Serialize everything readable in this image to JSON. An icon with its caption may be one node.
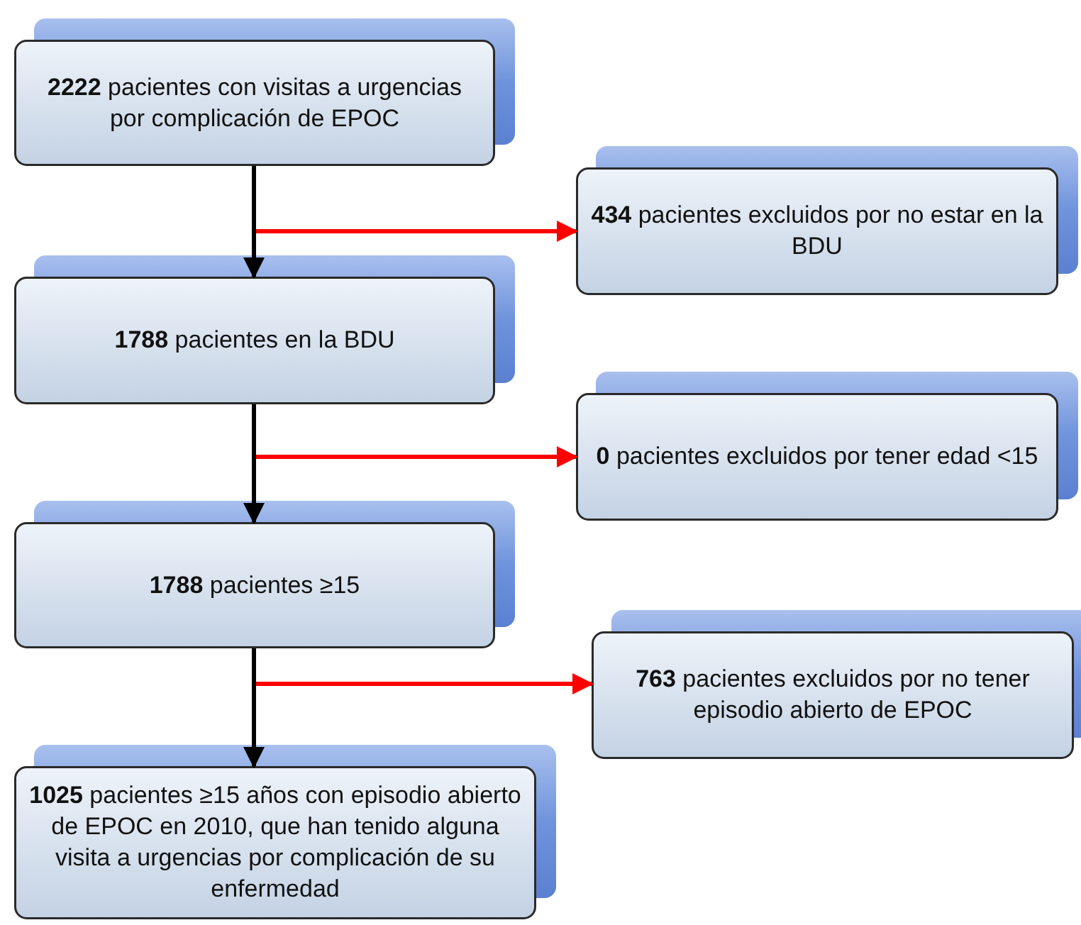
{
  "diagram": {
    "nodes": [
      {
        "text": [
          "**2222** pacientes con visitas a urgencias por complicación de EPOC"
        ]
      },
      {
        "text": [
          "**434** pacientes excluidos por no estar en la BDU"
        ]
      },
      {
        "text": [
          "**1788** pacientes en la BDU"
        ]
      },
      {
        "text": [
          "**0** pacientes excluidos por tener edad <15"
        ]
      },
      {
        "text": [
          "**1788** pacientes ≥15"
        ]
      },
      {
        "text": [
          "**763** pacientes excluidos por no tener episodio abierto de EPOC"
        ]
      },
      {
        "text": [
          "**1025** pacientes ≥15 años con episodio abierto de EPOC en 2010, que han tenido alguna visita a urgencias por complicación de su enfermedad"
        ]
      }
    ],
    "edges": [
      {
        "from": 0,
        "to": 2,
        "arrow": "to"
      },
      {
        "from": 0,
        "to": 1,
        "arrow": "to",
        "color": "#ff0000"
      },
      {
        "from": 2,
        "to": 4,
        "arrow": "to"
      },
      {
        "from": 2,
        "to": 3,
        "arrow": "to",
        "color": "#ff0000"
      },
      {
        "from": 4,
        "to": 6,
        "arrow": "to"
      },
      {
        "from": 4,
        "to": 5,
        "arrow": "to",
        "color": "#ff0000"
      }
    ]
  }
}
